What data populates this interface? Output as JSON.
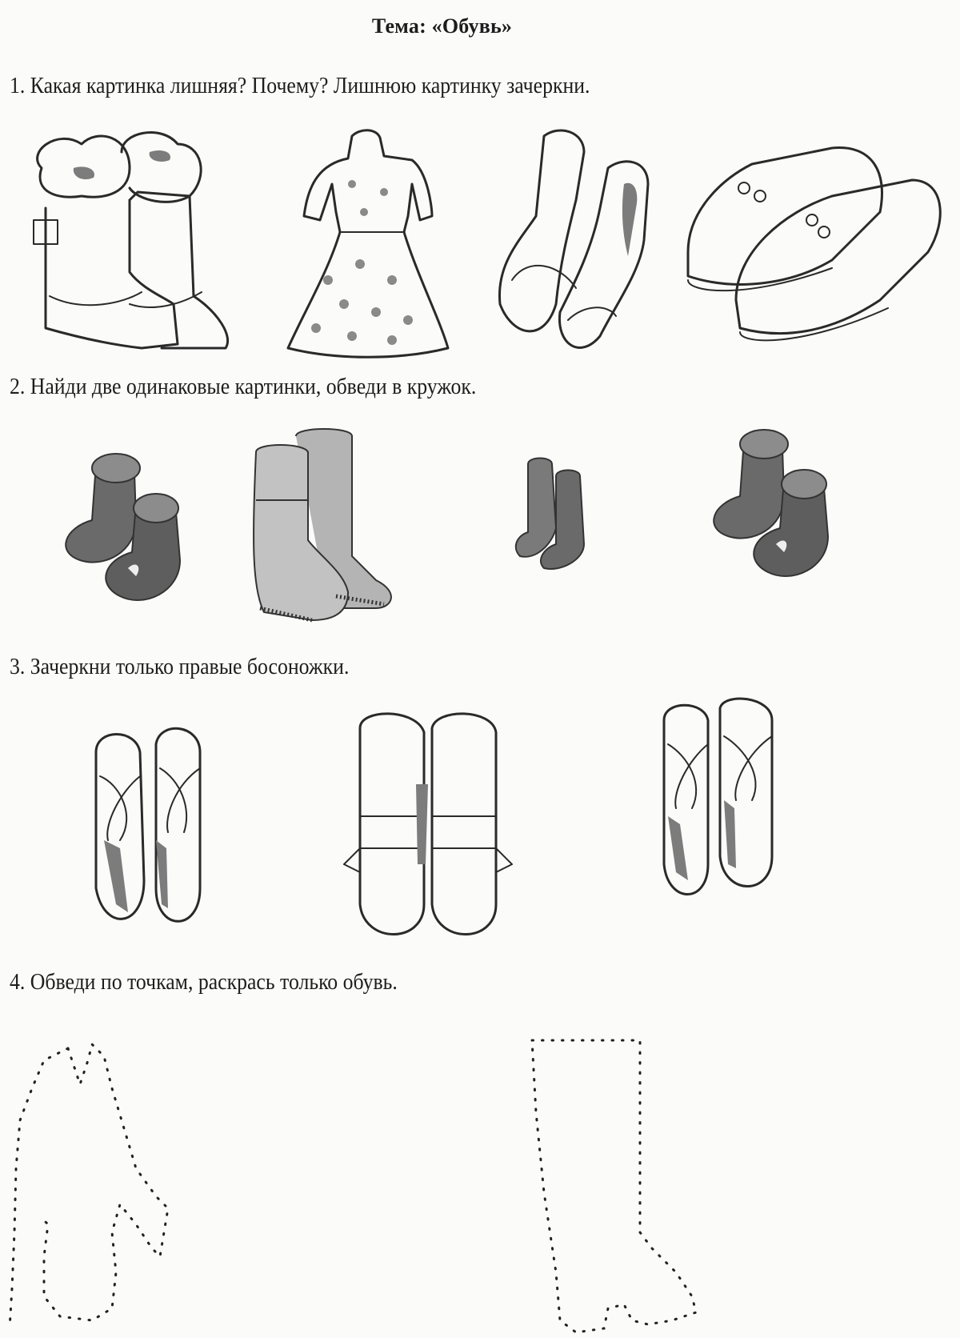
{
  "page": {
    "title": "Тема: «Обувь»"
  },
  "tasks": [
    {
      "label": "1. Какая картинка лишняя? Почему? Лишнюю картинку зачеркни.",
      "pictures": [
        "winter-fur-boots",
        "dress",
        "women-shoes",
        "lace-up-shoes"
      ]
    },
    {
      "label": "2. Найди две одинаковые картинки, обведи в кружок.",
      "pictures": [
        "rubber-boots-short",
        "felt-boots-valenki",
        "tall-boots-small",
        "rubber-boots-short"
      ]
    },
    {
      "label": "3. Зачеркни только правые босоножки.",
      "pictures": [
        "sandals-pair-1",
        "sandals-pair-2",
        "sandals-pair-3"
      ]
    },
    {
      "label": "4. Обведи по точкам, раскрась только обувь.",
      "pictures": [
        "dotted-mitten-outline",
        "dotted-boot-outline"
      ]
    }
  ]
}
